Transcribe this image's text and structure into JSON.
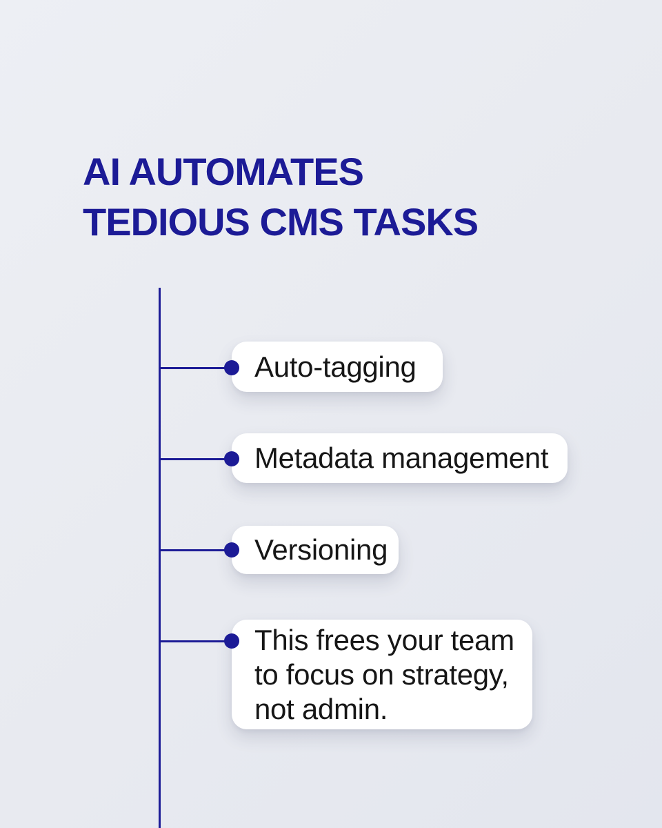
{
  "theme": {
    "background": "#e8eaf0",
    "accent": "#1c1b96",
    "card-background": "#ffffff",
    "card-text": "#161616"
  },
  "title": {
    "line1": "AI AUTOMATES",
    "line2": "TEDIOUS CMS TASKS"
  },
  "timeline": {
    "items": [
      {
        "label": "Auto-tagging"
      },
      {
        "label": "Metadata management"
      },
      {
        "label": "Versioning"
      },
      {
        "label": "This frees your team\nto focus on strategy,\nnot admin."
      }
    ]
  }
}
